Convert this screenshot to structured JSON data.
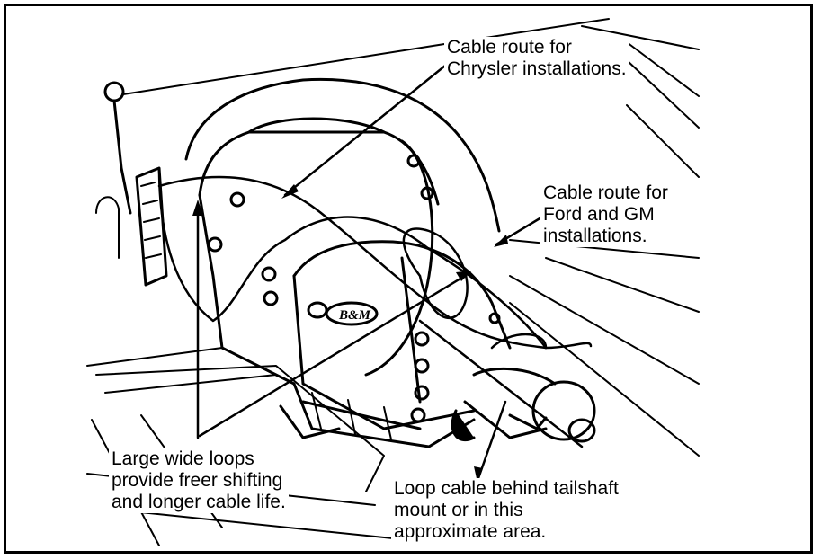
{
  "diagram": {
    "callouts": {
      "chrysler": [
        "Cable route for",
        "Chrysler installations."
      ],
      "ford_gm": [
        "Cable route for",
        "Ford and GM",
        "installations."
      ],
      "loops": [
        "Large wide loops",
        "provide freer shifting",
        "and longer cable life."
      ],
      "tailshaft": [
        "Loop cable behind tailshaft",
        "mount or in this",
        "approximate area."
      ]
    },
    "badge_text": "B&M",
    "colors": {
      "ink": "#000000",
      "paper": "#ffffff"
    }
  }
}
